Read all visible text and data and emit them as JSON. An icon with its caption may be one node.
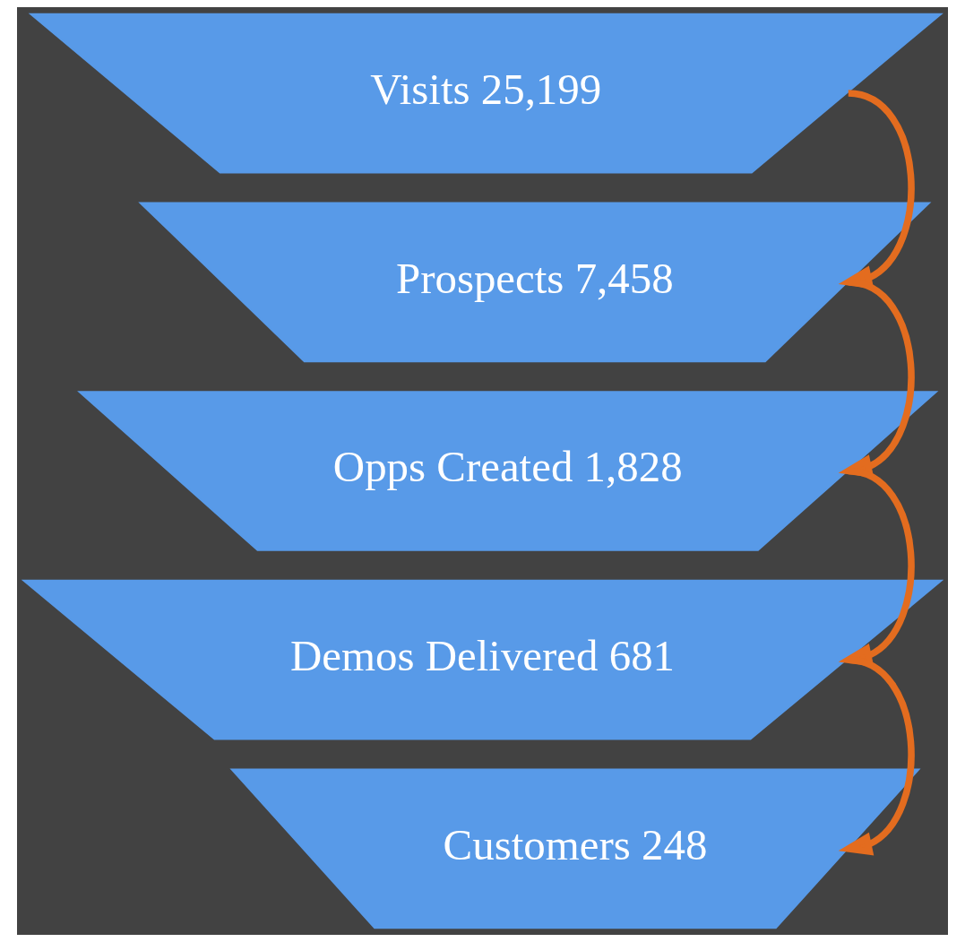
{
  "diagram": {
    "nodes": [
      {
        "text": [
          "Visits 25,199"
        ]
      },
      {
        "text": [
          "Prospects 7,458"
        ]
      },
      {
        "text": [
          "Opps Created 1,828"
        ]
      },
      {
        "text": [
          "Demos Delivered 681"
        ]
      },
      {
        "text": [
          "Customers 248"
        ]
      }
    ],
    "edges": [
      {
        "from": 0,
        "to": 1,
        "arrow": "to"
      },
      {
        "from": 1,
        "to": 2,
        "arrow": "to"
      },
      {
        "from": 2,
        "to": 3,
        "arrow": "to"
      },
      {
        "from": 3,
        "to": 4,
        "arrow": "to"
      }
    ]
  }
}
